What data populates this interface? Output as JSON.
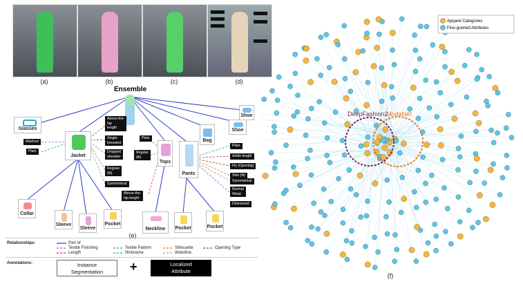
{
  "panels": {
    "a": "(a)",
    "b": "(b)",
    "c": "(c)",
    "d": "(d)",
    "e": "(e)",
    "f": "(f)"
  },
  "ensemble": "Ensemble",
  "nodes": {
    "glasses": "Glasses",
    "jacket": "Jacket",
    "tops": "Tops",
    "pants": "Pants",
    "bag": "Bag",
    "shoe": "Shoe",
    "shoe2": "Shoe",
    "collar": "Collar",
    "sleeve1": "Sleeve",
    "sleeve2": "Sleeve",
    "pocket1": "Pocket",
    "neckline": "Neckline",
    "pocket2": "Pocket",
    "pocket3": "Pocket"
  },
  "tags": {
    "washed": "Washed",
    "plain1": "Plain",
    "above_hip": "Above-the-\nhip\nlength",
    "single": "Single-\nbreasted",
    "dropped": "Dropped\nshoulder",
    "regular1": "Regular\n(fit)",
    "symmetrical1": "Symmetrical",
    "plain2": "Plain",
    "regular2": "Regular\n(fit)",
    "above_hip2": "Above-the-\nhip length",
    "plain3": "Plain",
    "ankle": "Ankle length",
    "fly": "Fly (Opening)",
    "slim": "Slim (fit)",
    "symmetrical2": "Symmetrical",
    "normal_waist": "Normal\nWaist",
    "distressed": "Distressed"
  },
  "legend": {
    "relationships_title": "Relationships:",
    "items": [
      "Part of",
      "Textile Finishing",
      "Textile Pattern",
      "Silhouette",
      "Opening Type",
      "Length",
      "Nickname",
      "Waistline"
    ],
    "colors": [
      "#2b3fc7",
      "#b34fcf",
      "#27a64a",
      "#e0781f",
      "#555555",
      "#d63a3a",
      "#24a9c9",
      "#999999"
    ],
    "annotations_title": "Annotations:",
    "instance": "Instance\nSegmentation",
    "plus": "+",
    "localized": "Localized\nAttribute"
  },
  "network": {
    "legend_cat": "Apparel Categories",
    "legend_attr": "Fine-grained Attributes",
    "deepfashion": "DeepFashion2",
    "modanet": "ModaNet",
    "cat_color": "#f4b63d",
    "attr_color": "#5cc7e6"
  }
}
